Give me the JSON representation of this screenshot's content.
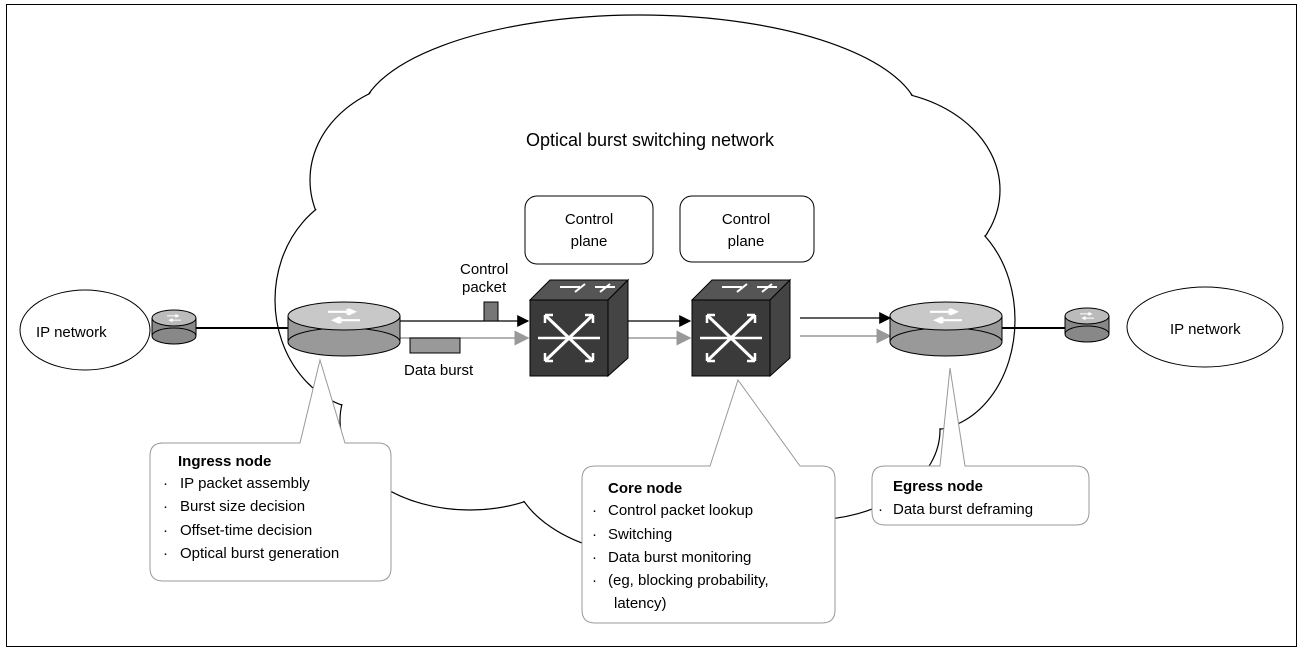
{
  "network_title": "Optical burst switching network",
  "ip_network_left": "IP network",
  "ip_network_right": "IP network",
  "control_plane_1": [
    "Control",
    "plane"
  ],
  "control_plane_2": [
    "Control",
    "plane"
  ],
  "control_packet": [
    "Control",
    "packet"
  ],
  "data_burst": "Data burst",
  "ingress": {
    "title": "Ingress node",
    "items": [
      "IP packet assembly",
      "Burst size decision",
      "Offset-time decision",
      "Optical burst generation"
    ]
  },
  "core": {
    "title": "Core node",
    "items": [
      "Control packet lookup",
      "Switching",
      "Data burst monitoring",
      "(eg, blocking probability,",
      "latency)"
    ]
  },
  "egress": {
    "title": "Egress node",
    "items": [
      "Data burst deframing"
    ]
  },
  "bullet": "·"
}
